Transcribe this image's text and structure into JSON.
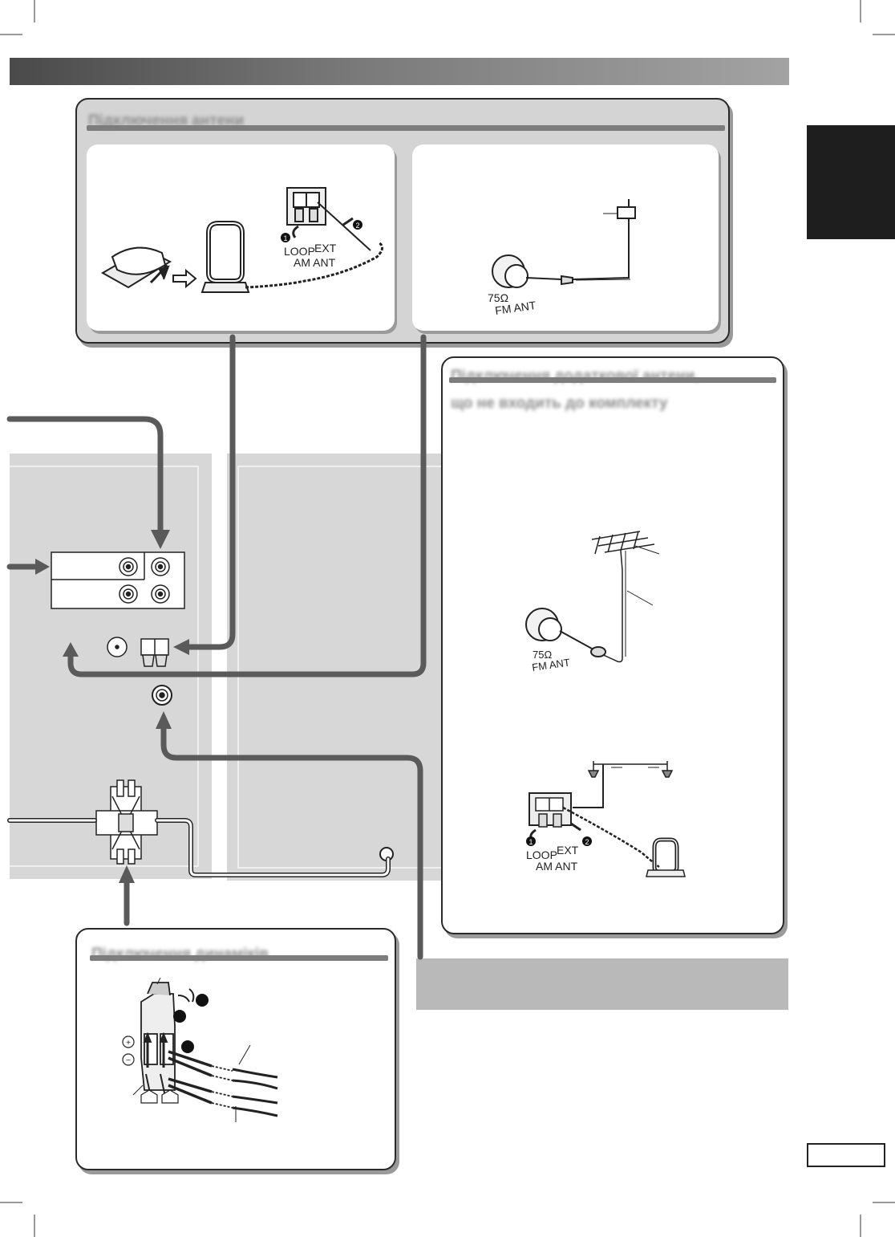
{
  "am_section": {
    "title": "Підключення антени",
    "loop_label": "LOOP",
    "ext_label": "EXT",
    "terminal_label": "AM ANT",
    "step1": "1",
    "step2": "2"
  },
  "fm_section": {
    "ohm_label": "75Ω",
    "terminal_label": "FM ANT"
  },
  "outdoor_section": {
    "title_line1": "Підключення додаткової антени,",
    "title_line2": "що не входить до комплекту",
    "fm_ohm_label": "75Ω",
    "fm_terminal_label": "FM ANT",
    "loop_label": "LOOP",
    "ext_label": "EXT",
    "am_terminal_label": "AM ANT",
    "step1": "1",
    "step2": "2"
  },
  "speaker_section": {
    "title": "Підключення динаміків",
    "plus_symbol": "+",
    "minus_symbol": "−"
  },
  "colors": {
    "header_bar": "#7a7a7a",
    "side_tab": "#1e1e1e",
    "rear_panel": "#d7d7d7",
    "arrow": "#5a5a5a"
  }
}
